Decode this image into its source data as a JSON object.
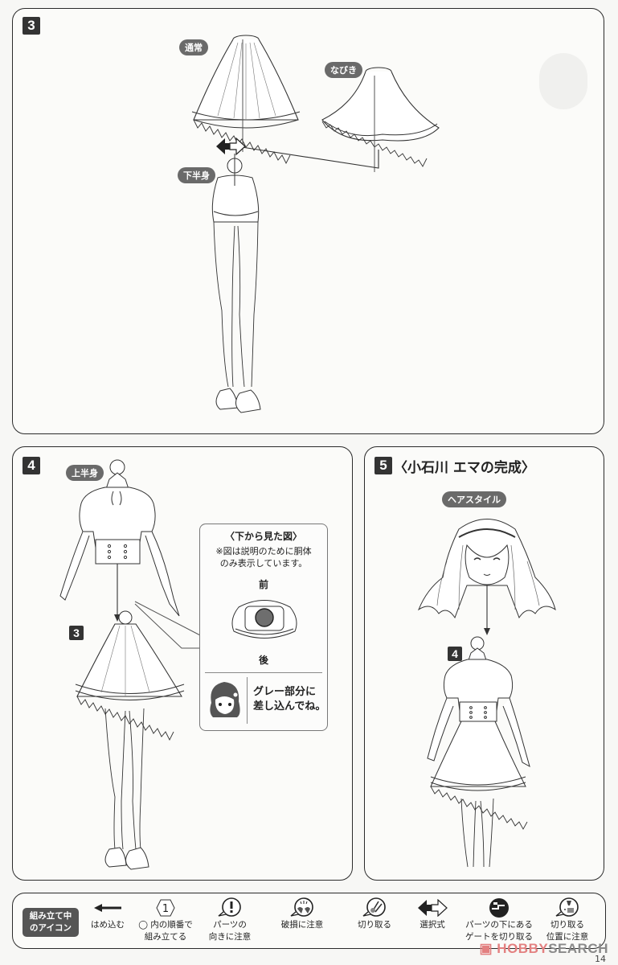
{
  "step3": {
    "number": "3",
    "labels": {
      "normal": "通常",
      "flowing": "なびき",
      "lower_body": "下半身"
    },
    "icons": [
      "select-arrow-icon"
    ]
  },
  "step4": {
    "number": "4",
    "labels": {
      "upper_body": "上半身",
      "sub_step": "3"
    },
    "callout": {
      "title": "〈下から見た図〉",
      "note_line1": "※図は説明のために胴体",
      "note_line2": "のみ表示しています。",
      "front": "前",
      "back": "後",
      "hint_line1": "グレー部分に",
      "hint_line2": "差し込んでね。"
    }
  },
  "step5": {
    "number": "5",
    "title": "〈小石川 エマの完成〉",
    "labels": {
      "hairstyle": "ヘアスタイル",
      "sub_step": "4"
    }
  },
  "legend": {
    "badge_line1": "組み立て中",
    "badge_line2": "のアイコン",
    "items": [
      {
        "icon": "arrow-left-icon",
        "line1": "はめ込む",
        "line2": ""
      },
      {
        "icon": "hexagon-number-icon",
        "glyph": "1",
        "line1": "◯ 内の順番で",
        "line2": "組み立てる"
      },
      {
        "icon": "exclamation-bubble-icon",
        "glyph": "!",
        "line1": "パーツの",
        "line2": "向きに注意"
      },
      {
        "icon": "breakage-warning-icon",
        "line1": "破損に注意",
        "line2": ""
      },
      {
        "icon": "cut-icon",
        "line1": "切り取る",
        "line2": ""
      },
      {
        "icon": "select-arrow-icon",
        "line1": "選択式",
        "line2": ""
      },
      {
        "icon": "gate-cut-icon",
        "line1": "パーツの下にある",
        "line2": "ゲートを切り取る"
      },
      {
        "icon": "cut-position-icon",
        "line1": "切り取る",
        "line2": "位置に注意"
      }
    ]
  },
  "footer": {
    "watermark_brand": "HOBBY",
    "watermark_suffix": "SEARCH",
    "page_number": "14"
  }
}
